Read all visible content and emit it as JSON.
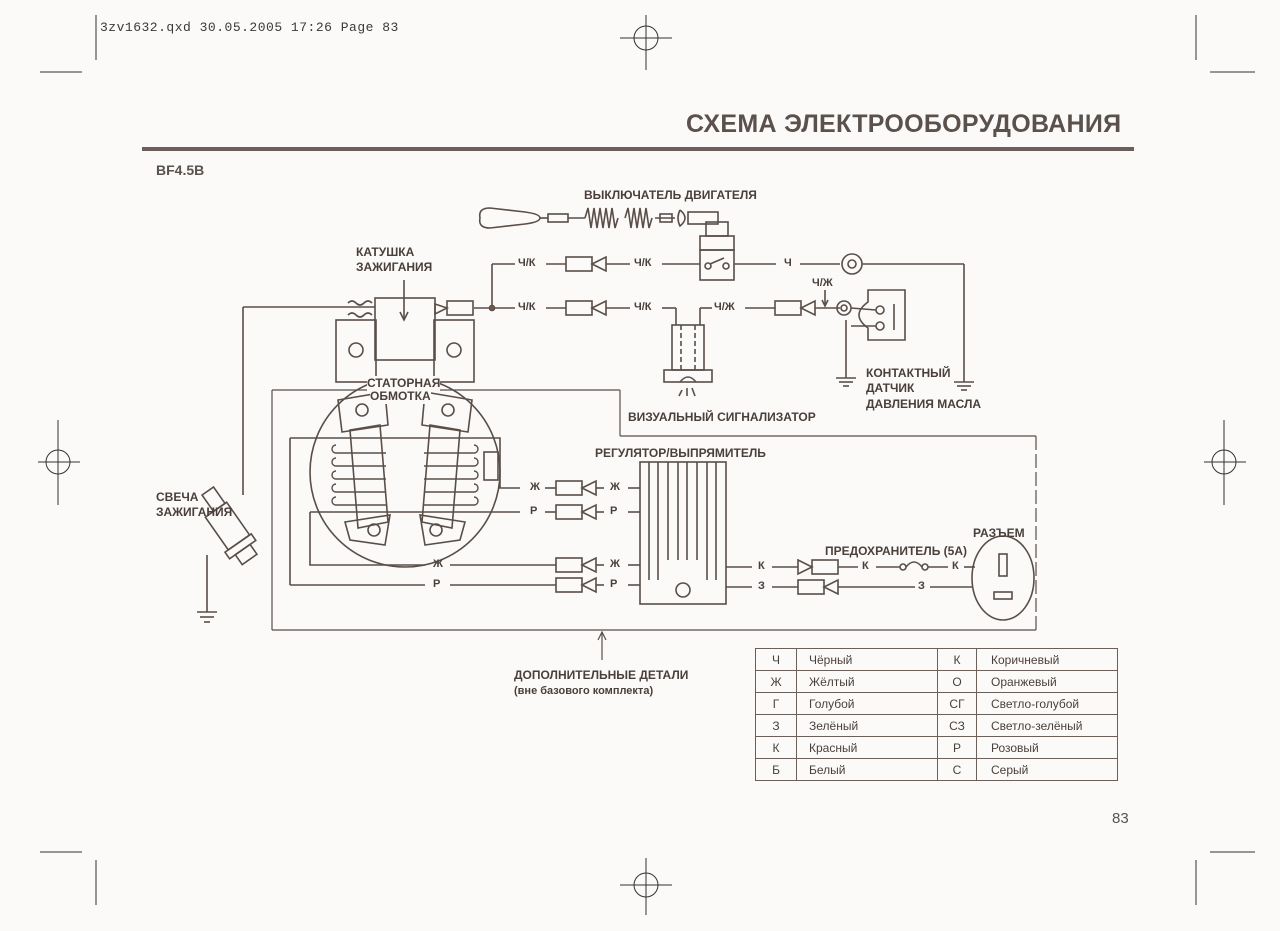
{
  "slug": "3zv1632.qxd  30.05.2005  17:26  Page 83",
  "header": {
    "title": "СХЕМА ЭЛЕКТРООБОРУДОВАНИЯ",
    "model": "BF4.5B"
  },
  "components": {
    "engine_switch": "ВЫКЛЮЧАТЕЛЬ ДВИГАТЕЛЯ",
    "ignition_coil_1": "КАТУШКА",
    "ignition_coil_2": "ЗАЖИГАНИЯ",
    "stator_1": "СТАТОРНАЯ",
    "stator_2": "ОБМОТКА",
    "visual_indicator": "ВИЗУАЛЬНЫЙ СИГНАЛИЗАТОР",
    "oil_sensor_1": "КОНТАКТНЫЙ",
    "oil_sensor_2": "ДАТЧИК",
    "oil_sensor_3": "ДАВЛЕНИЯ МАСЛА",
    "spark_plug_1": "СВЕЧА",
    "spark_plug_2": "ЗАЖИГАНИЯ",
    "regulator": "РЕГУЛЯТОР/ВЫПРЯМИТЕЛЬ",
    "fuse": "ПРЕДОХРАНИТЕЛЬ (5А)",
    "connector": "РАЗЪЕМ",
    "optional_1": "ДОПОЛНИТЕЛЬНЫЕ ДЕТАЛИ",
    "optional_2": "(вне базового комплекта)"
  },
  "wires": {
    "bk_top_left": "Ч/К",
    "bk_top_right": "Ч/К",
    "bk_mid_left": "Ч/К",
    "bk_mid_right": "Ч/К",
    "b_top": "Ч",
    "by_mid": "Ч/Ж",
    "by_arrow": "Ч/Ж",
    "y1_left": "Ж",
    "y1_right": "Ж",
    "p1_left": "Р",
    "p1_right": "Р",
    "y2_left": "Ж",
    "y2_right": "Ж",
    "p2_left": "Р",
    "p2_right": "Р",
    "k_out": "К",
    "k_fuse_in": "К",
    "k_fuse_out": "К",
    "g_out": "З",
    "g_conn": "З"
  },
  "legend": {
    "rows": [
      {
        "code": "Ч",
        "name": "Чёрный",
        "code2": "К",
        "name2": "Коричневый"
      },
      {
        "code": "Ж",
        "name": "Жёлтый",
        "code2": "О",
        "name2": "Оранжевый"
      },
      {
        "code": "Г",
        "name": "Голубой",
        "code2": "СГ",
        "name2": "Светло-голубой"
      },
      {
        "code": "З",
        "name": "Зелёный",
        "code2": "СЗ",
        "name2": "Светло-зелёный"
      },
      {
        "code": "К",
        "name": "Красный",
        "code2": "Р",
        "name2": "Розовый"
      },
      {
        "code": "Б",
        "name": "Белый",
        "code2": "С",
        "name2": "Серый"
      }
    ]
  },
  "page_number": "83",
  "colors": {
    "ink": "#5a4e48",
    "paper": "#fbfaf8"
  }
}
